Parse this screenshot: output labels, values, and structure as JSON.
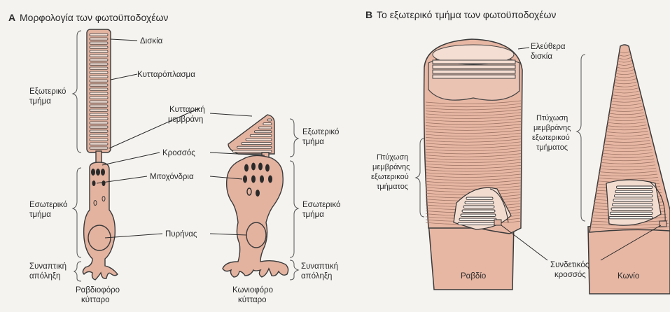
{
  "panel_a": {
    "letter": "A",
    "title": "Μορφολογία των φωτοϋποδοχέων",
    "labels": {
      "discs": "Δισκία",
      "cytoplasm": "Κυτταρόπλασμα",
      "membrane_1": "Κυτταρική",
      "membrane_2": "μεμβράνη",
      "cilium": "Κροσσός",
      "mitochondria": "Μιτοχόνδρια",
      "nucleus": "Πυρήνας"
    },
    "rod_side": {
      "outer_1": "Εξωτερικό",
      "outer_2": "τμήμα",
      "inner_1": "Εσωτερικό",
      "inner_2": "τμήμα",
      "synaptic_1": "Συναπτική",
      "synaptic_2": "απόληξη",
      "name_1": "Ραβδιοφόρο",
      "name_2": "κύτταρο"
    },
    "cone_side": {
      "outer_1": "Εξωτερικό",
      "outer_2": "τμήμα",
      "inner_1": "Εσωτερικό",
      "inner_2": "τμήμα",
      "synaptic_1": "Συναπτική",
      "synaptic_2": "απόληξη",
      "name_1": "Κωνιοφόρο",
      "name_2": "κύτταρο"
    }
  },
  "panel_b": {
    "letter": "B",
    "title": "Το εξωτερικό τμήμα των φωτοϋποδοχέων",
    "free_discs_1": "Ελεύθερα",
    "free_discs_2": "δισκία",
    "fold_left": [
      "Πτύχωση",
      "μεμβράνης",
      "εξωτερικού",
      "τμήματος"
    ],
    "fold_right": [
      "Πτύχωση",
      "μεμβράνης",
      "εξωτερικού",
      "τμήματος"
    ],
    "connecting_1": "Συνδετικός",
    "connecting_2": "κροσσός",
    "rod": "Ραβδίο",
    "cone": "Κωνίο"
  },
  "colors": {
    "tissue": "#e3b3a0",
    "background": "#f4f3f0",
    "ink": "#2a2a2a"
  }
}
